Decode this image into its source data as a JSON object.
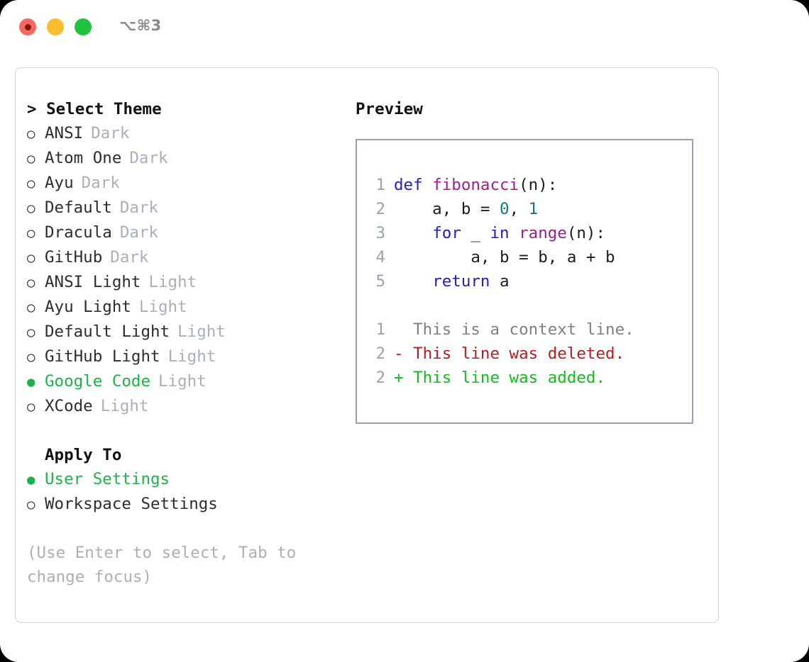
{
  "titlebar": {
    "shortcut": "⌥⌘3",
    "controls": [
      {
        "name": "close",
        "color": "#f9685f"
      },
      {
        "name": "minimize",
        "color": "#fbbd2e"
      },
      {
        "name": "maximize",
        "color": "#22c33c"
      }
    ]
  },
  "left": {
    "header": "> Select Theme",
    "themes": [
      {
        "marker": "○",
        "name": "ANSI",
        "tag": "Dark",
        "selected": false
      },
      {
        "marker": "○",
        "name": "Atom One",
        "tag": "Dark",
        "selected": false
      },
      {
        "marker": "○",
        "name": "Ayu",
        "tag": "Dark",
        "selected": false
      },
      {
        "marker": "○",
        "name": "Default",
        "tag": "Dark",
        "selected": false
      },
      {
        "marker": "○",
        "name": "Dracula",
        "tag": "Dark",
        "selected": false
      },
      {
        "marker": "○",
        "name": "GitHub",
        "tag": "Dark",
        "selected": false
      },
      {
        "marker": "○",
        "name": "ANSI Light",
        "tag": "Light",
        "selected": false
      },
      {
        "marker": "○",
        "name": "Ayu Light",
        "tag": "Light",
        "selected": false
      },
      {
        "marker": "○",
        "name": "Default Light",
        "tag": "Light",
        "selected": false
      },
      {
        "marker": "○",
        "name": "GitHub Light",
        "tag": "Light",
        "selected": false
      },
      {
        "marker": "●",
        "name": "Google Code",
        "tag": "Light",
        "selected": true
      },
      {
        "marker": "○",
        "name": "XCode",
        "tag": "Light",
        "selected": false
      }
    ],
    "apply_to_header": "Apply To",
    "apply_to_options": [
      {
        "marker": "●",
        "name": "User Settings",
        "selected": true
      },
      {
        "marker": "○",
        "name": "Workspace Settings",
        "selected": false
      }
    ],
    "hint": "(Use Enter to select, Tab to change focus)"
  },
  "right": {
    "header": "Preview",
    "code_lines": [
      {
        "num": "1",
        "tokens": [
          {
            "t": "def ",
            "c": "kw"
          },
          {
            "t": "fibonacci",
            "c": "fn"
          },
          {
            "t": "(n):",
            "c": "plain"
          }
        ]
      },
      {
        "num": "2",
        "tokens": [
          {
            "t": "    a, b = ",
            "c": "plain"
          },
          {
            "t": "0",
            "c": "num"
          },
          {
            "t": ", ",
            "c": "plain"
          },
          {
            "t": "1",
            "c": "num"
          }
        ]
      },
      {
        "num": "3",
        "tokens": [
          {
            "t": "    ",
            "c": "plain"
          },
          {
            "t": "for",
            "c": "kw"
          },
          {
            "t": " _ ",
            "c": "plain"
          },
          {
            "t": "in",
            "c": "kw"
          },
          {
            "t": " ",
            "c": "plain"
          },
          {
            "t": "range",
            "c": "fn"
          },
          {
            "t": "(n):",
            "c": "plain"
          }
        ]
      },
      {
        "num": "4",
        "tokens": [
          {
            "t": "        a, b = b, a + b",
            "c": "plain"
          }
        ]
      },
      {
        "num": "5",
        "tokens": [
          {
            "t": "    ",
            "c": "plain"
          },
          {
            "t": "return",
            "c": "kw"
          },
          {
            "t": " a",
            "c": "plain"
          }
        ]
      }
    ],
    "diff_lines": [
      {
        "num": "1",
        "sign": "  ",
        "text": "This is a context line.",
        "kind": "ctx"
      },
      {
        "num": "2",
        "sign": "- ",
        "text": "This line was deleted.",
        "kind": "del"
      },
      {
        "num": "2",
        "sign": "+ ",
        "text": "This line was added.",
        "kind": "add"
      }
    ]
  },
  "colors": {
    "accent_green": "#20b24a",
    "tag_gray": "#a8b0bd",
    "keyword_blue": "#1f1fc4",
    "function_purple": "#9b1d8e",
    "number_teal": "#0b7c78",
    "diff_delete_red": "#b91c1c",
    "diff_add_green": "#12bb20",
    "line_number_gray": "#9aa3b2"
  }
}
